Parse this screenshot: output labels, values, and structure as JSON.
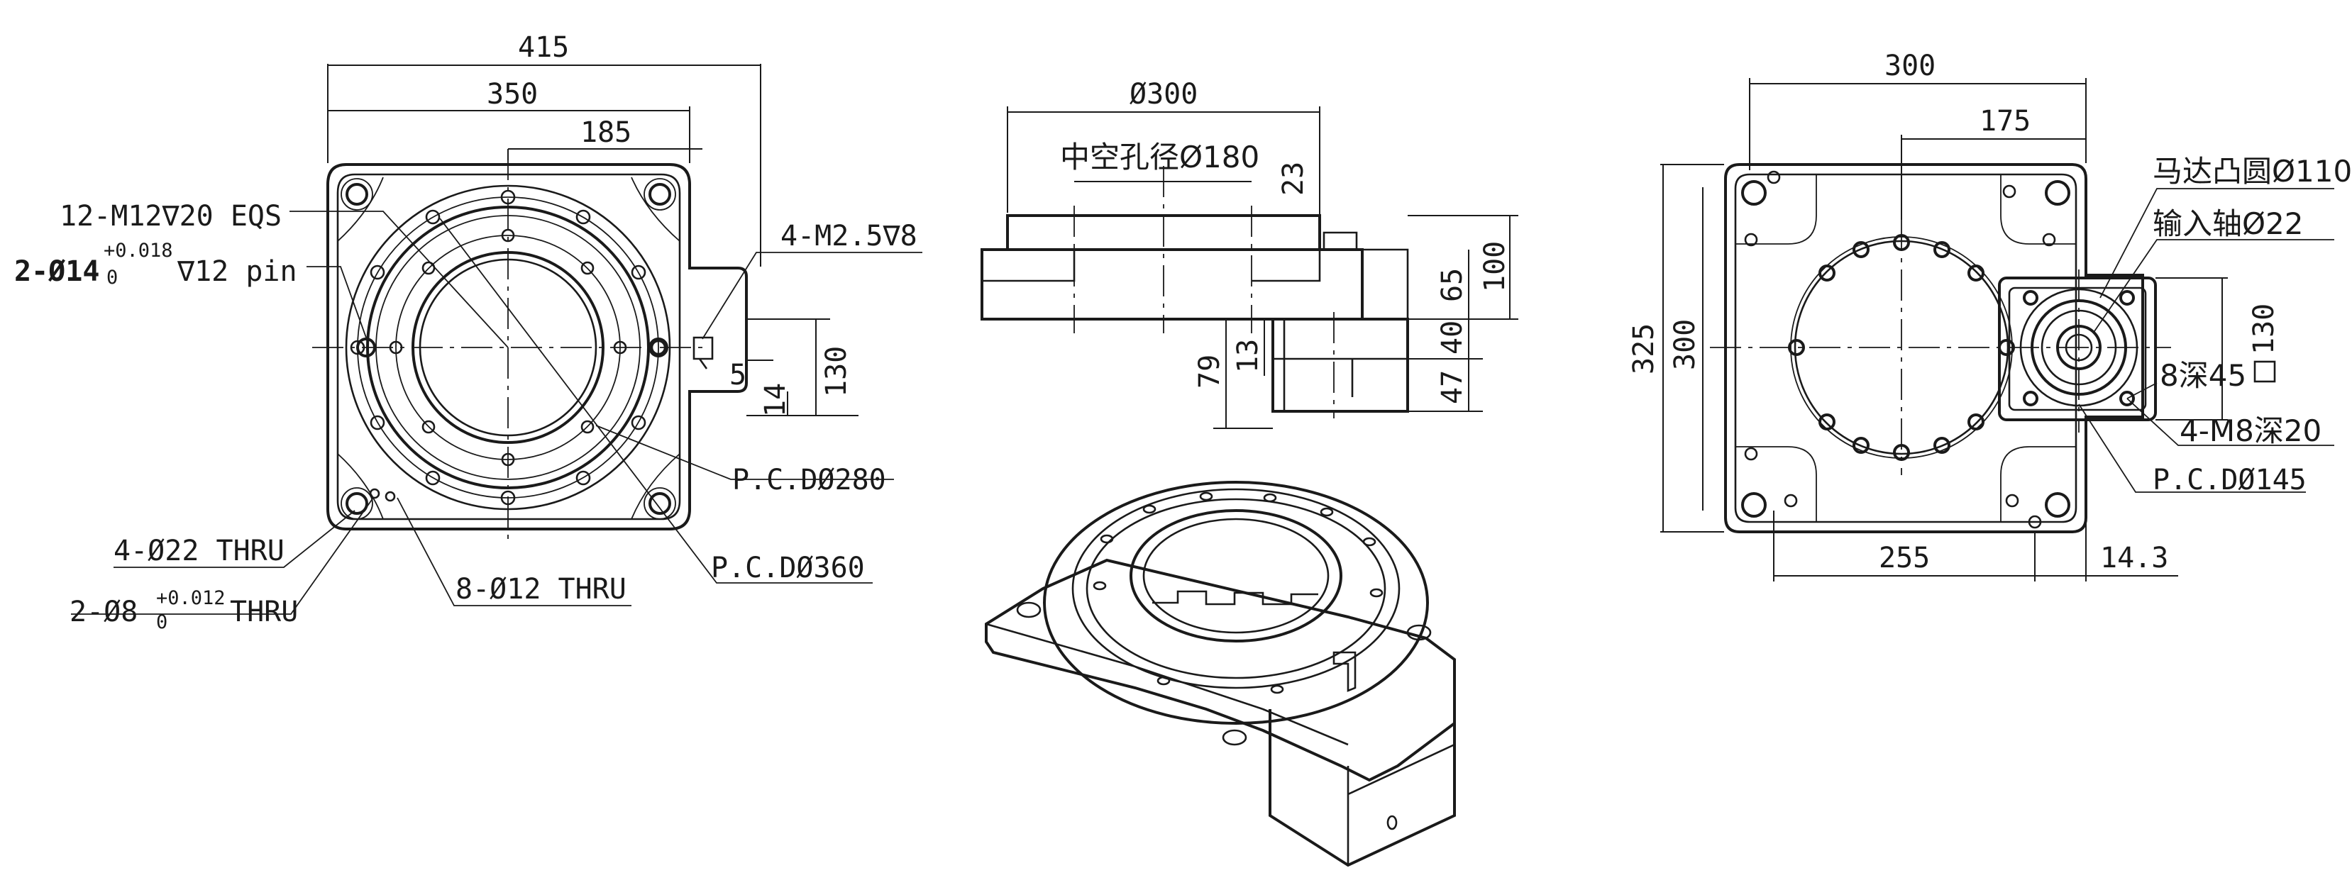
{
  "views": {
    "top": {
      "dim_overall_width": "415",
      "dim_body_width": "350",
      "dim_half_width": "185",
      "dim_side_height": "130",
      "dim_side_offset": "14",
      "dim_side_step": "5",
      "note_tapped_holes": "12-M12∇20 EQS",
      "note_pin_prefix": "2-Ø14",
      "note_pin_tol_upper": "+0.018",
      "note_pin_tol_lower": "0",
      "note_pin_suffix": "∇12 pin",
      "note_connector_holes": "4-M2.5∇8",
      "note_pcd_inner": "P.C.DØ280",
      "note_pcd_outer": "P.C.DØ360",
      "note_corner_holes": "4-Ø22 THRU",
      "note_pin_holes_prefix": "2-Ø8",
      "note_pin_holes_tol_upper": "+0.012",
      "note_pin_holes_tol_lower": "0",
      "note_pin_holes_suffix": "THRU",
      "note_through_holes": "8-Ø12 THRU"
    },
    "front": {
      "dim_table_dia": "Ø300",
      "note_hollow_bore": "中空孔径Ø180",
      "dim_flange_height": "23",
      "dim_total_height": "100",
      "dim_upper_height": "65",
      "dim_mid_height": "40",
      "dim_base_height": "47",
      "dim_lower_height": "79",
      "dim_step": "13"
    },
    "bottom": {
      "dim_width": "300",
      "dim_motor_offset": "175",
      "dim_overall_height": "325",
      "dim_body_height": "300",
      "dim_lower_width": "255",
      "dim_mount_offset": "14.3",
      "dim_mount_square": "130",
      "note_motor_boss": "马达凸圆Ø110",
      "note_input_shaft": "输入轴Ø22",
      "note_depth": "8深45",
      "note_tapped": "4-M8深20",
      "note_pcd_motor": "P.C.DØ145"
    }
  }
}
